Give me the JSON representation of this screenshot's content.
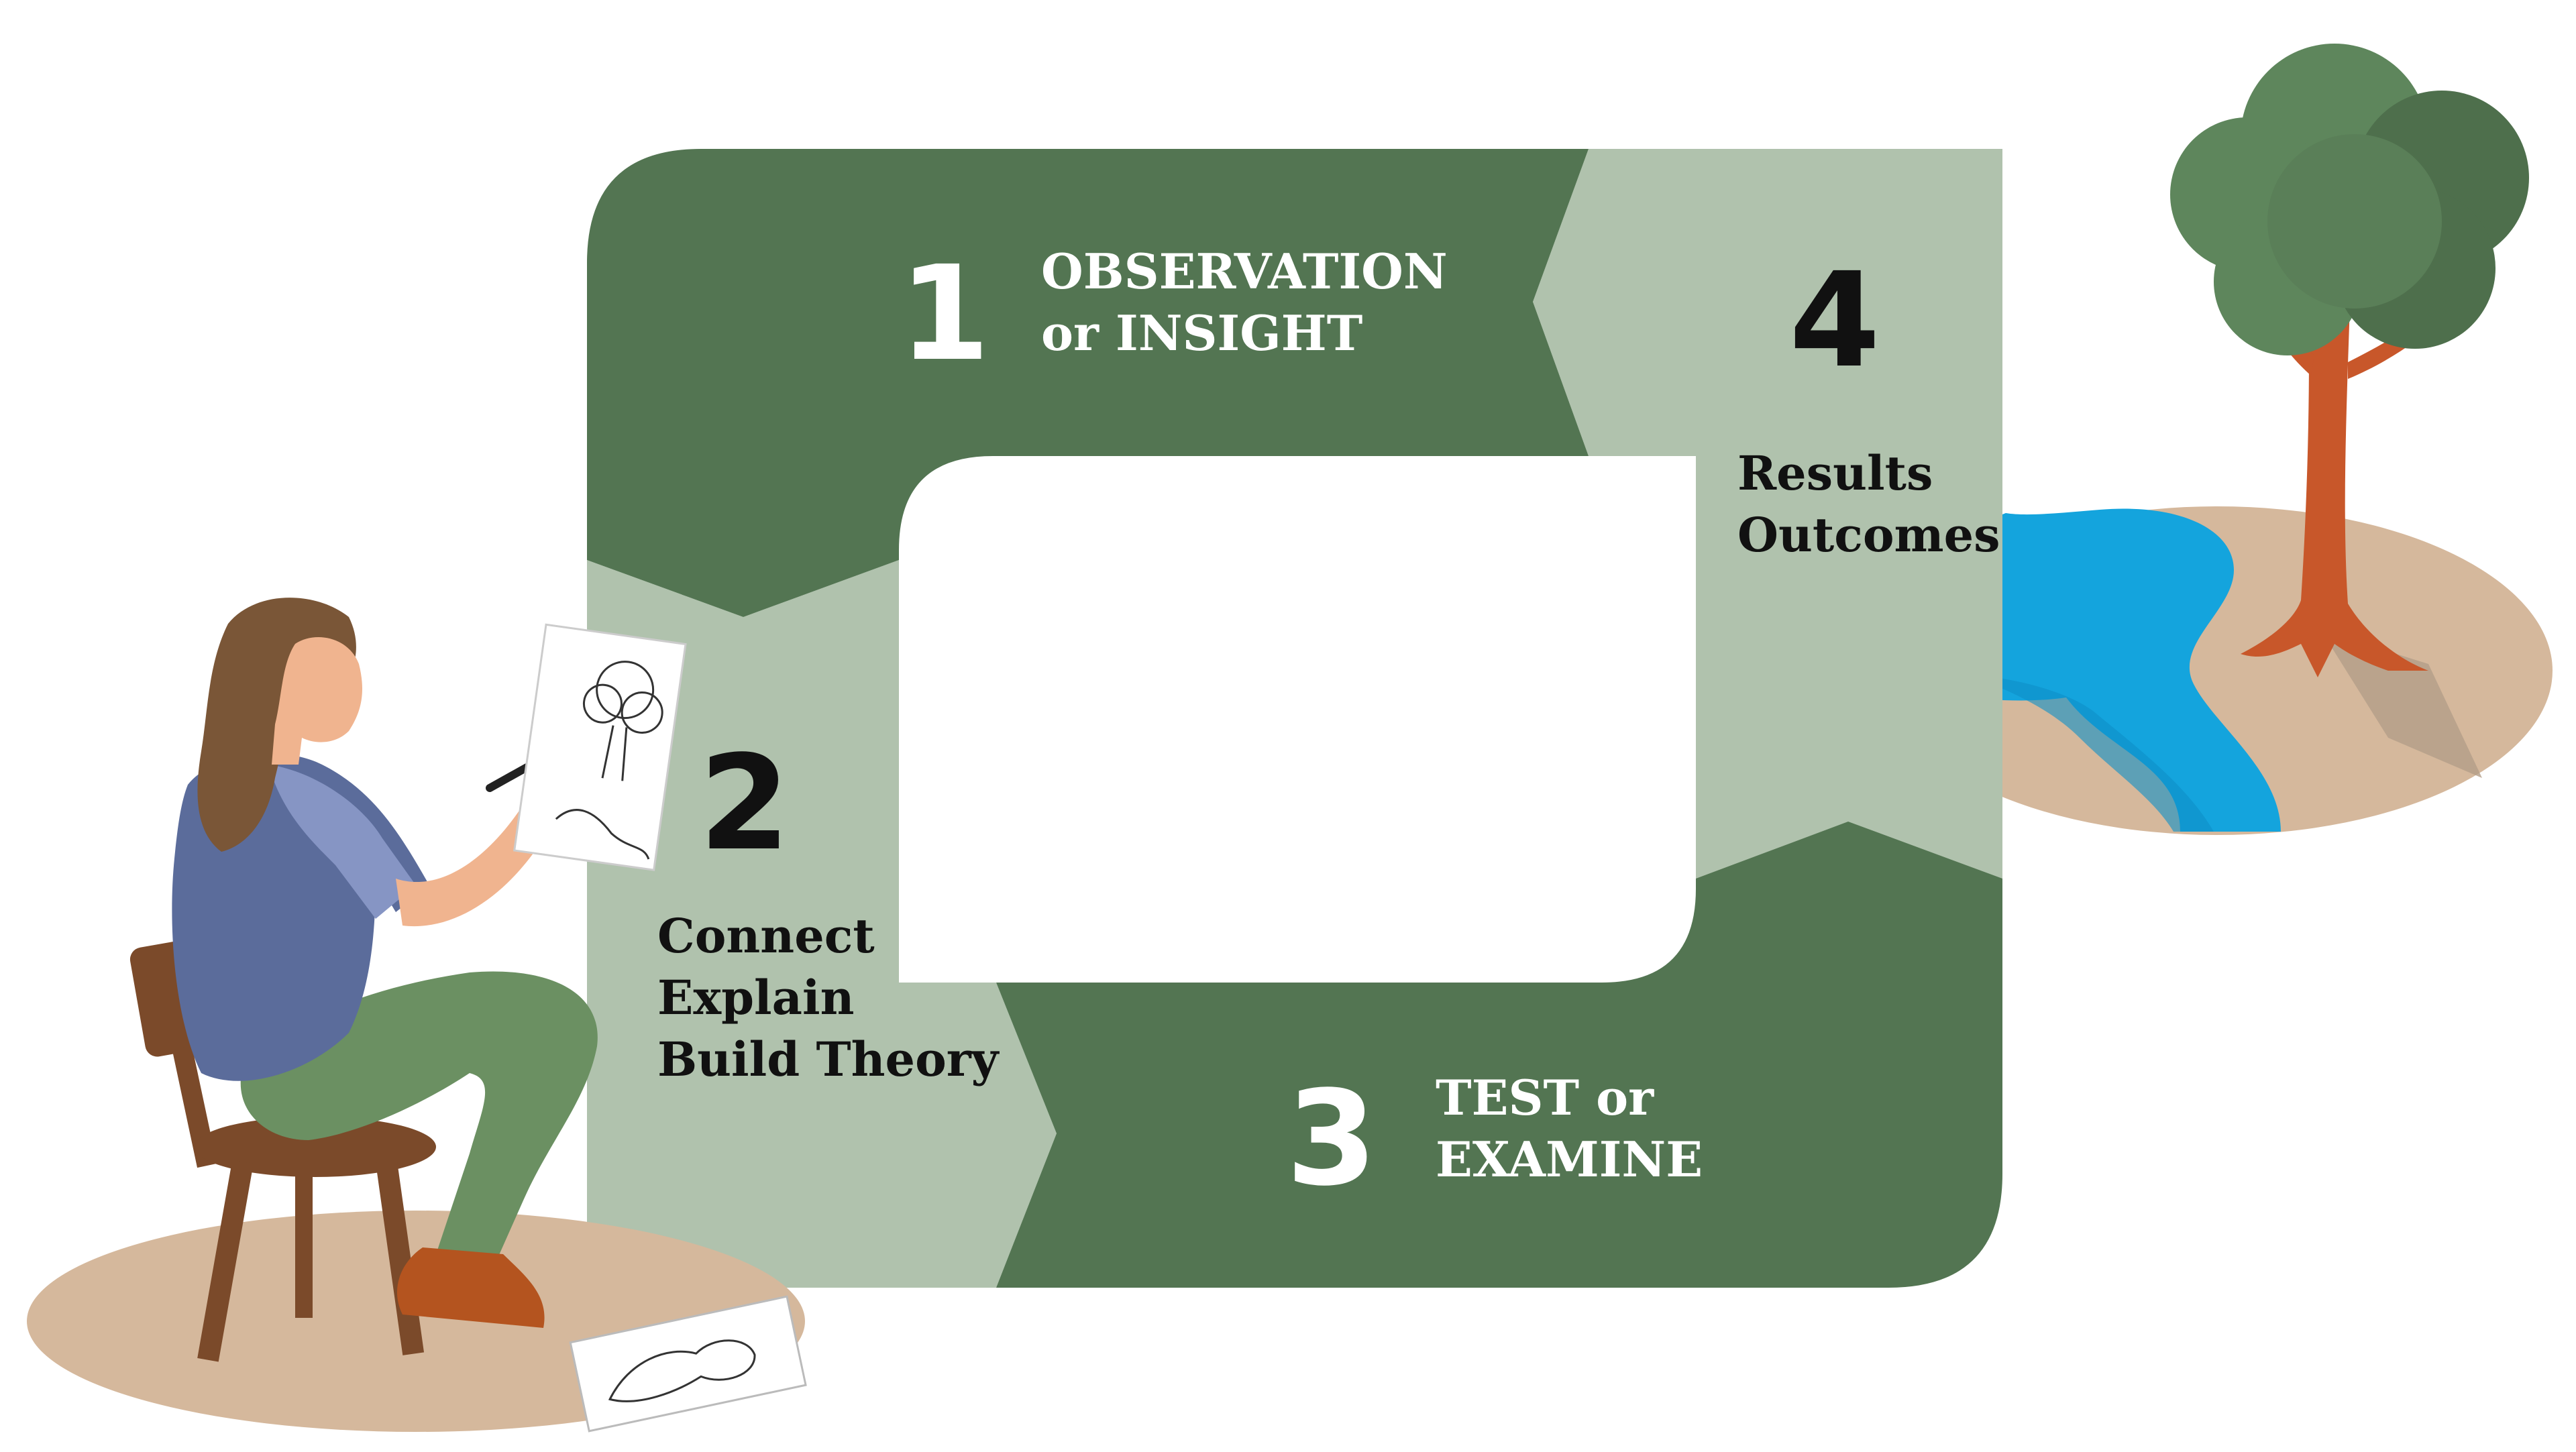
{
  "colors": {
    "dark_green": "#537552",
    "light_green": "#b0c2ad",
    "ground": "#d5b89c",
    "river": "#14a4dd",
    "trunk": "#c8572a",
    "foliage": "#5e865c",
    "text_dark": "#111111",
    "text_light": "#ffffff"
  },
  "steps": [
    {
      "number": "1",
      "lines": [
        "OBSERVATION",
        "or INSIGHT"
      ]
    },
    {
      "number": "2",
      "lines": [
        "Connect",
        "Explain",
        "Build Theory"
      ]
    },
    {
      "number": "3",
      "lines": [
        "TEST or",
        "EXAMINE"
      ]
    },
    {
      "number": "4",
      "lines": [
        "Results",
        "Outcomes"
      ]
    }
  ],
  "illustrations": {
    "left": "person-sketching-on-chair-icon",
    "right": "tree-beside-river-icon"
  }
}
